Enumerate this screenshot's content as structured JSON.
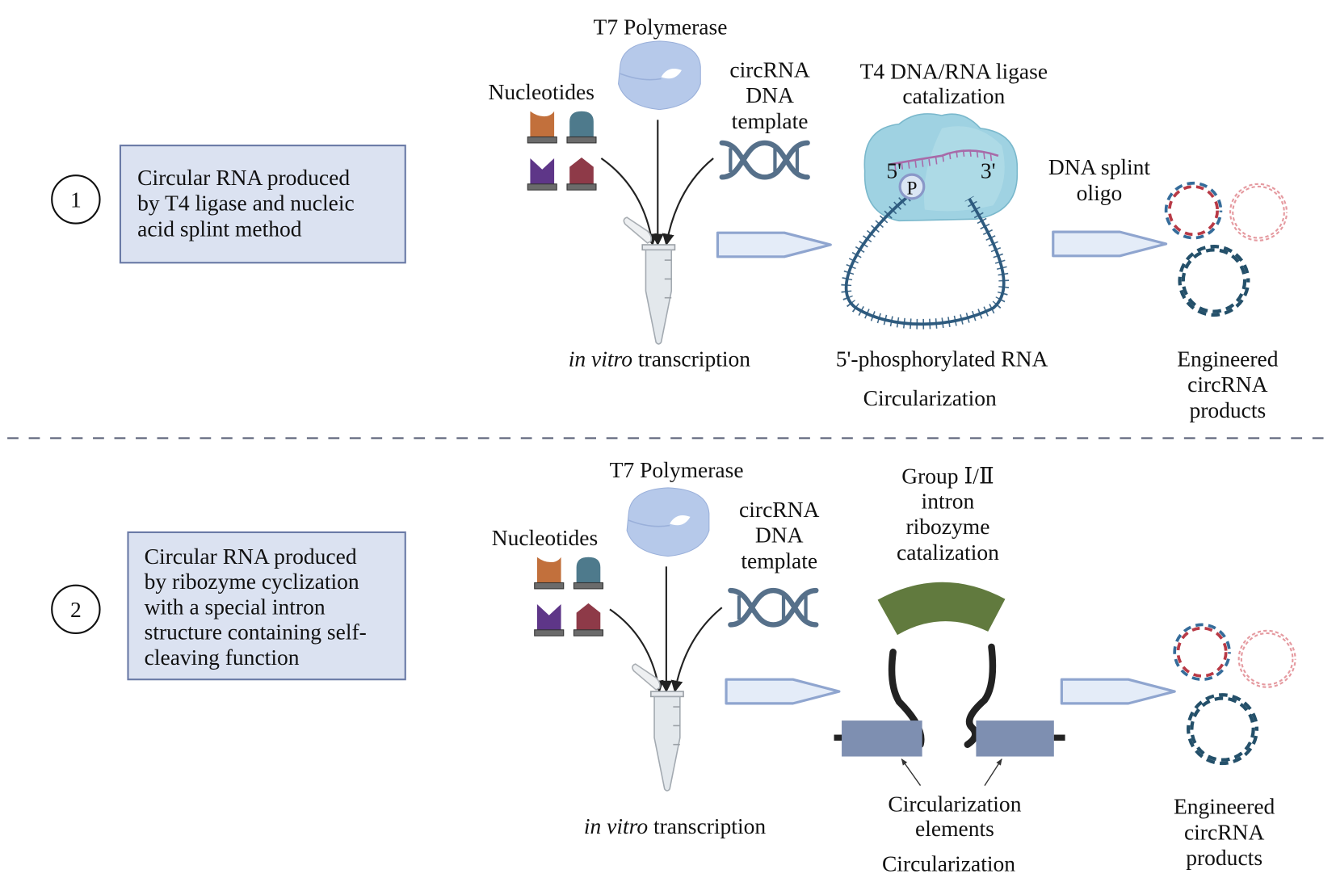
{
  "colors": {
    "box_fill": "#dbe2f1",
    "box_stroke": "#6a7aa6",
    "arrow_fill": "#e4ecf8",
    "arrow_stroke": "#8fa5cf",
    "polymerase": "#b6c9ea",
    "nuc_orange": "#c2703c",
    "nuc_teal": "#4e7a8c",
    "nuc_purple": "#5e3688",
    "nuc_red": "#8e3a48",
    "nuc_base": "#6b6b6b",
    "dna": "#56708a",
    "ligase": "#9fd2e2",
    "rna_strand": "#2d5a7e",
    "splint": "#a86aa8",
    "ribozyme": "#617a3e",
    "circ_element": "#7e8fb1",
    "divider": "#5a6178"
  },
  "panels": [
    {
      "number": "1",
      "description_lines": [
        "Circular RNA produced",
        "by T4 ligase and nucleic",
        "acid splint method"
      ],
      "polymerase_label": "T7 Polymerase",
      "nucleotides_label": "Nucleotides",
      "template_label_lines": [
        "circRNA",
        "DNA",
        "template"
      ],
      "transcription_label_italic": "in vitro",
      "transcription_label_rest": " transcription",
      "catalysis_label_lines": [
        "T4 DNA/RNA ligase",
        "catalization"
      ],
      "five_prime": "5'",
      "three_prime": "3'",
      "phosphate": "P",
      "intermediate_label": "5'-phosphorylated RNA",
      "step_label": "Circularization",
      "splint_label_lines": [
        "DNA splint",
        "oligo"
      ],
      "product_label_lines": [
        "Engineered",
        "circRNA",
        "products"
      ]
    },
    {
      "number": "2",
      "description_lines": [
        "Circular RNA produced",
        "by ribozyme cyclization",
        "with a special intron",
        "structure containing self-",
        "cleaving function"
      ],
      "polymerase_label": "T7 Polymerase",
      "nucleotides_label": "Nucleotides",
      "template_label_lines": [
        "circRNA",
        "DNA",
        "template"
      ],
      "transcription_label_italic": "in vitro",
      "transcription_label_rest": " transcription",
      "catalysis_label_lines": [
        "Group Ⅰ/Ⅱ",
        "intron",
        "ribozyme",
        "catalization"
      ],
      "elements_label_lines": [
        "Circularization",
        "elements"
      ],
      "step_label": "Circularization",
      "product_label_lines": [
        "Engineered",
        "circRNA",
        "products"
      ]
    }
  ]
}
